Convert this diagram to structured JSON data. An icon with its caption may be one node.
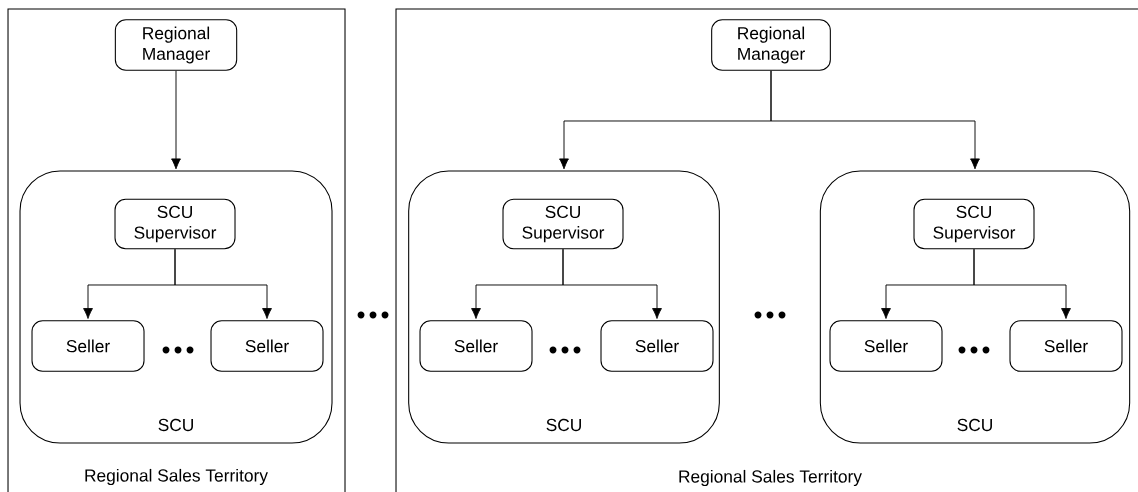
{
  "diagram": {
    "nodes": [
      {
        "text": [
          "Regional Sales Territory"
        ]
      },
      {
        "text": [
          "Regional Manager"
        ],
        "in": 0
      },
      {
        "text": [
          "SCU"
        ],
        "in": 0
      },
      {
        "text": [
          "SCU Supervisor"
        ],
        "in": 2
      },
      {
        "text": [
          "Seller"
        ],
        "in": 2
      },
      {
        "text": [
          "Seller"
        ],
        "in": 2
      },
      {
        "text": [
          "Regional Sales Territory"
        ]
      },
      {
        "text": [
          "Regional Manager"
        ],
        "in": 6
      },
      {
        "text": [
          "SCU"
        ],
        "in": 6
      },
      {
        "text": [
          "SCU Supervisor"
        ],
        "in": 8
      },
      {
        "text": [
          "Seller"
        ],
        "in": 8
      },
      {
        "text": [
          "Seller"
        ],
        "in": 8
      },
      {
        "text": [
          "SCU"
        ],
        "in": 6
      },
      {
        "text": [
          "SCU Supervisor"
        ],
        "in": 12
      },
      {
        "text": [
          "Seller"
        ],
        "in": 12
      },
      {
        "text": [
          "Seller"
        ],
        "in": 12
      }
    ],
    "edges": [
      {
        "from": 1,
        "to": 2,
        "arrow": "to"
      },
      {
        "from": 3,
        "to": 4,
        "arrow": "to"
      },
      {
        "from": 3,
        "to": 5,
        "arrow": "to"
      },
      {
        "from": 7,
        "to": 8,
        "arrow": "to"
      },
      {
        "from": 7,
        "to": 12,
        "arrow": "to"
      },
      {
        "from": 9,
        "to": 10,
        "arrow": "to"
      },
      {
        "from": 9,
        "to": 11,
        "arrow": "to"
      },
      {
        "from": 13,
        "to": 14,
        "arrow": "to"
      },
      {
        "from": 13,
        "to": 15,
        "arrow": "to"
      }
    ]
  }
}
